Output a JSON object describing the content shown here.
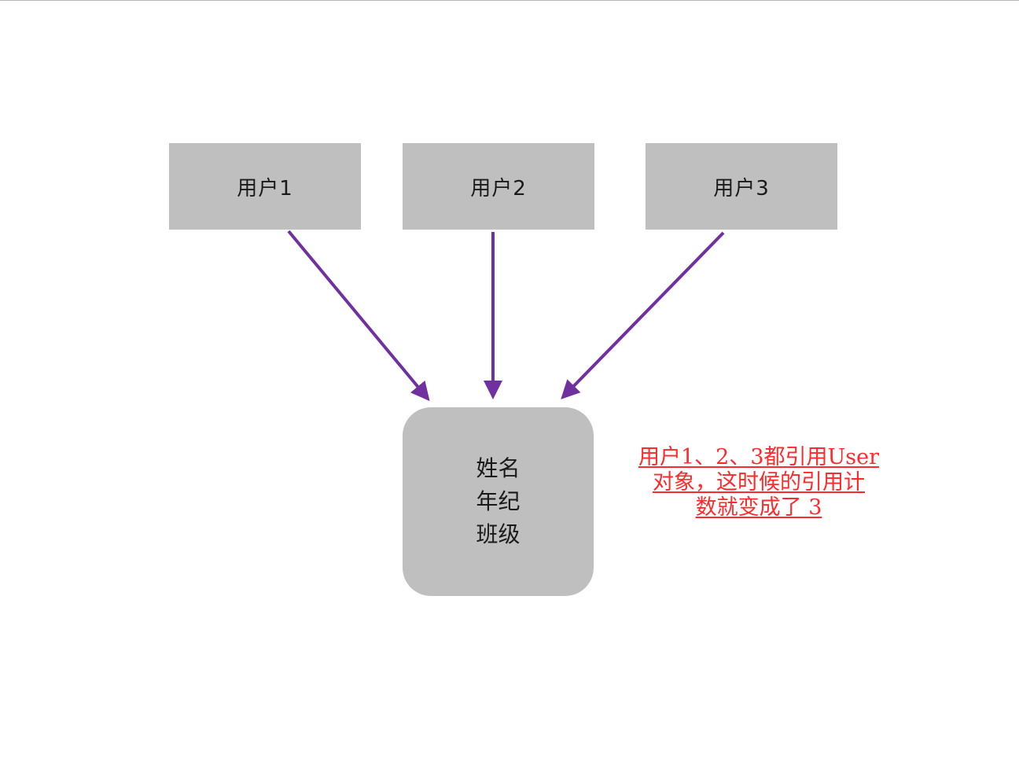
{
  "users": [
    {
      "label": "用户1"
    },
    {
      "label": "用户2"
    },
    {
      "label": "用户3"
    }
  ],
  "object": {
    "fields": [
      "姓名",
      "年纪",
      "班级"
    ]
  },
  "note": {
    "lines": [
      "用户1、2、3都引用User",
      "对象，这时候的引用计",
      "数就变成了 3"
    ]
  },
  "colors": {
    "box_fill": "#bfbfbf",
    "arrow": "#7030a0",
    "note_text": "#ff2a2a"
  }
}
